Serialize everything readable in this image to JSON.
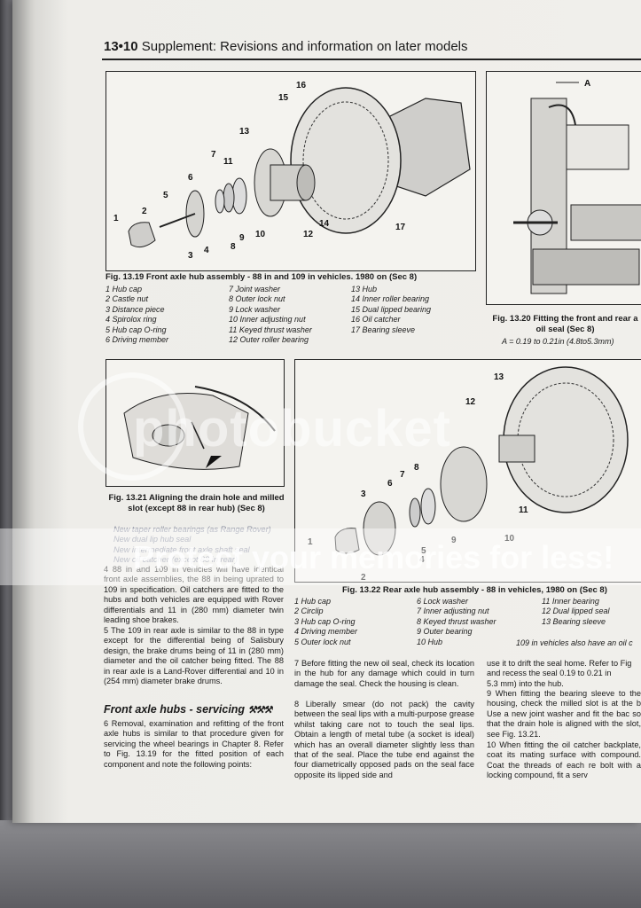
{
  "header": {
    "page_number": "13•10",
    "title": "Supplement: Revisions and information on later models"
  },
  "fig19": {
    "caption": "Fig. 13.19 Front axle hub assembly - 88 in and 109 in vehicles. 1980 on (Sec 8)",
    "legend_col1": [
      "1  Hub cap",
      "2  Castle nut",
      "3  Distance piece",
      "4  Spirolox ring",
      "5  Hub cap O-ring",
      "6  Driving member"
    ],
    "legend_col2": [
      "7  Joint washer",
      "8  Outer lock nut",
      "9  Lock washer",
      "10  Inner adjusting nut",
      "11  Keyed thrust washer",
      "12  Outer roller bearing"
    ],
    "legend_col3": [
      "13  Hub",
      "14  Inner roller bearing",
      "15  Dual lipped bearing",
      "16  Oil catcher",
      "17  Bearing sleeve"
    ],
    "callouts": [
      "1",
      "2",
      "3",
      "4",
      "5",
      "6",
      "7",
      "8",
      "9",
      "10",
      "11",
      "12",
      "13",
      "14",
      "15",
      "16",
      "17"
    ]
  },
  "fig20": {
    "label_a": "A",
    "caption_line1": "Fig. 13.20 Fitting the front and rear a",
    "caption_line2": "oil seal (Sec 8)",
    "dimension": "A = 0.19 to 0.21in (4.8to5.3mm)"
  },
  "fig21": {
    "caption_line1": "Fig. 13.21 Aligning the drain hole and milled",
    "caption_line2": "slot (except 88 in rear hub) (Sec 8)"
  },
  "fig22": {
    "caption": "Fig. 13.22 Rear axle hub assembly - 88 in vehicles, 1980 on (Sec 8)",
    "legend_col1": [
      "1  Hub cap",
      "2  Circlip",
      "3  Hub cap O-ring",
      "4  Driving member",
      "5  Outer lock nut"
    ],
    "legend_col2": [
      "6  Lock washer",
      "7  Inner adjusting nut",
      "8  Keyed thrust washer",
      "9  Outer bearing",
      "10  Hub"
    ],
    "legend_col3": [
      "11  Inner bearing",
      "12  Dual lipped seal",
      "13  Bearing sleeve"
    ],
    "note": "109 in vehicles also have an oil c",
    "callouts": [
      "1",
      "2",
      "3",
      "4",
      "5",
      "6",
      "7",
      "8",
      "9",
      "10",
      "11",
      "12",
      "13"
    ]
  },
  "faint_notes": [
    "New taper roller bearings (as Range Rover)",
    "New dual lip hub seal",
    "New intermediate front axle shaft seal",
    "New oil catcher (except 88 in rear)"
  ],
  "col1_para4": "4  88 in and 109 in vehicles will have identical front axle assemblies, the 88 in being uprated to 109 in specification. Oil catchers are fitted to the hubs and both vehicles are equipped with Rover differentials and 11 in (280 mm) diameter twin leading shoe brakes.",
  "col1_para5": "5  The 109 in rear axle is similar to the 88 in type except for the differential being of Salisbury design, the brake drums being of 11 in (280 mm) diameter and the oil catcher being fitted. The 88 in rear axle is a Land-Rover differential and 10 in (254 mm) diameter brake drums.",
  "section_title": "Front axle hubs - servicing",
  "col1_para6": "6  Removal, examination and refitting of the front axle hubs is similar to that procedure given for servicing the wheel bearings in Chapter 8. Refer to Fig. 13.19 for the fitted position of each component and note the following points:",
  "col2_para7": "7  Before fitting the new oil seal, check its location in the hub for any damage which could in turn damage the seal. Check the housing is clean.",
  "col2_para8": "8  Liberally smear (do not pack) the cavity between the seal lips with a multi-purpose grease whilst taking care not to touch the seal lips. Obtain a length of metal tube (a socket is ideal) which has an overall diameter slightly less than that of the seal. Place the tube end against the four diametrically opposed pads on the seal face opposite its lipped side and",
  "col3_text1": "use it to drift the seal home. Refer to Fig",
  "col3_text2": "and recess the seal 0.19 to 0.21 in",
  "col3_text3": "5.3 mm) into the hub.",
  "col3_para9": "9  When fitting the bearing sleeve to the housing, check the milled slot is at the b Use a new joint washer and fit the bac so that the drain hole is aligned with the slot, see Fig. 13.21.",
  "col3_para10": "10  When fitting the oil catcher backplate, coat its mating surface with compound. Coat the threads of each re bolt with a locking compound, fit a serv",
  "watermark_text": "photobucket",
  "watermark_slogan": "Protect your memories for less!"
}
